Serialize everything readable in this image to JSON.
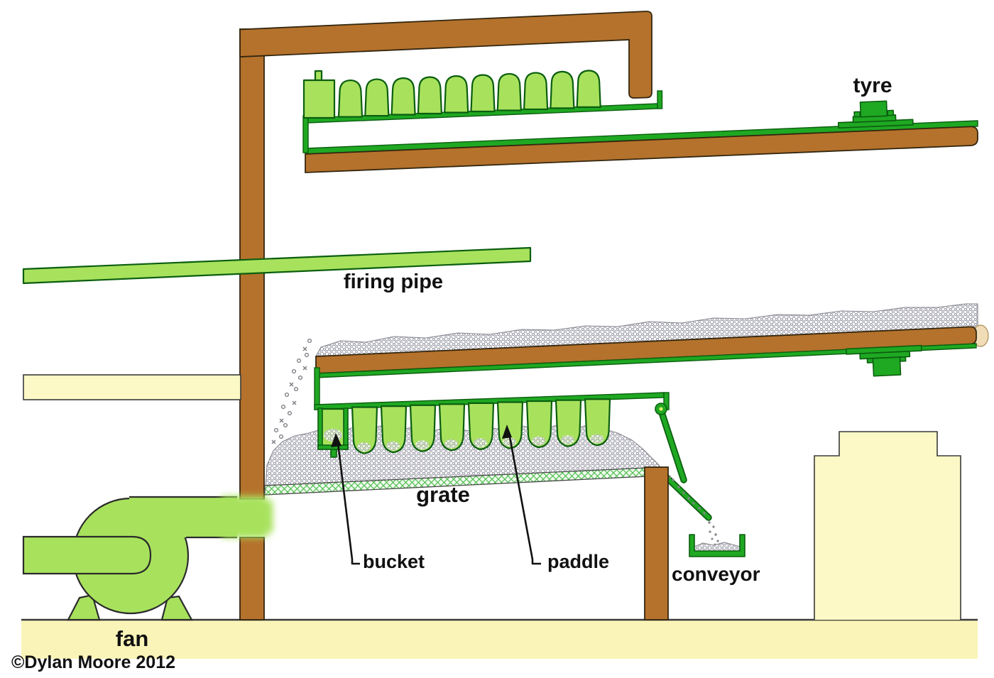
{
  "labels": {
    "tyre": "tyre",
    "firing_pipe": "firing pipe",
    "grate": "grate",
    "bucket": "bucket",
    "paddle": "paddle",
    "conveyor": "conveyor",
    "fan": "fan",
    "copyright": "©Dylan Moore 2012"
  },
  "colors": {
    "light_green": "#a8e25d",
    "dark_green": "#1fa822",
    "green_outline": "#0b5e0f",
    "brown": "#b5722c",
    "outline": "#33260f",
    "pale_yellow": "#fcf9c6",
    "floor_yellow": "#faf4b8",
    "speckle_gray": "#8d8d99",
    "label_black": "#111111"
  },
  "counts": {
    "top_buckets": 10,
    "lower_paddles": 9
  }
}
